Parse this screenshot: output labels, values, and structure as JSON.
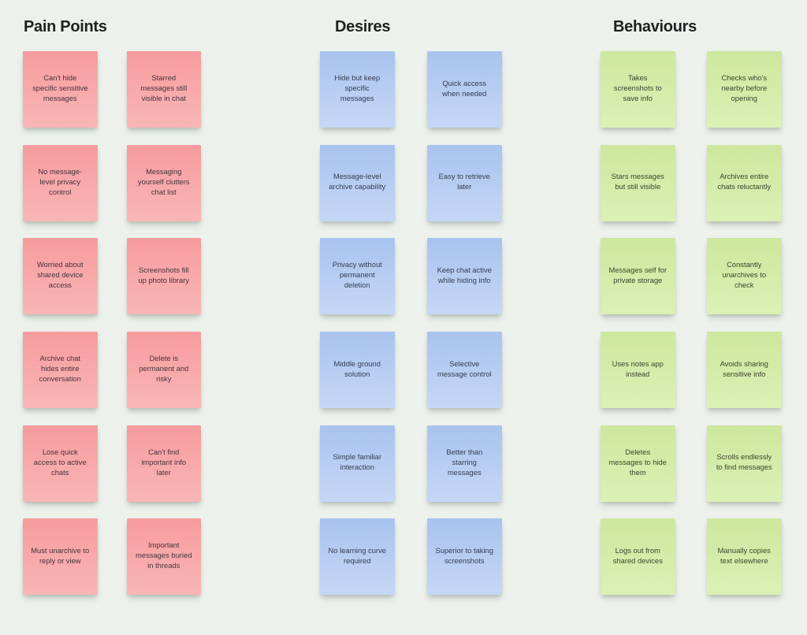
{
  "board": {
    "background_color": "#ECF1EC",
    "title_color": "#1d221d"
  },
  "columns": [
    {
      "id": "pain-points",
      "title": "Pain Points",
      "colors": {
        "top": "#F79B9E",
        "bottom": "#F9B6B6",
        "text": "#44333a"
      },
      "notes": [
        "Can't hide specific sensitive messages",
        "Starred messages still visible in chat",
        "No message-level privacy control",
        "Messaging yourself clutters chat list",
        "Worried about shared device access",
        "Screenshots fill up photo library",
        "Archive chat hides entire conversation",
        "Delete is permanent and risky",
        "Lose quick access to active chats",
        "Can't find important info later",
        "Must unarchive to reply or view",
        "Important messages buried in threads"
      ]
    },
    {
      "id": "desires",
      "title": "Desires",
      "colors": {
        "top": "#A8C3EF",
        "bottom": "#C5D7F6",
        "text": "#333d52"
      },
      "notes": [
        "Hide but keep specific messages",
        "Quick access when needed",
        "Message-level archive capability",
        "Easy to retrieve later",
        "Privacy without permanent deletion",
        "Keep chat active while hiding info",
        "Middle ground solution",
        "Selective message control",
        "Simple familiar interaction",
        "Better than starring messages",
        "No learning curve required",
        "Superior to taking screenshots"
      ]
    },
    {
      "id": "behaviours",
      "title": "Behaviours",
      "colors": {
        "top": "#CDE79E",
        "bottom": "#DCF0B4",
        "text": "#3a442e"
      },
      "notes": [
        "Takes screenshots to save info",
        "Checks who's nearby before opening",
        "Stars messages but still visible",
        "Archives entire chats reluctantly",
        "Messages self for private storage",
        "Constantly unarchives to check",
        "Uses notes app instead",
        "Avoids sharing sensitive info",
        "Deletes messages to hide them",
        "Scrolls endlessly to find messages",
        "Logs out from shared devices",
        "Manually copies text elsewhere"
      ]
    }
  ]
}
